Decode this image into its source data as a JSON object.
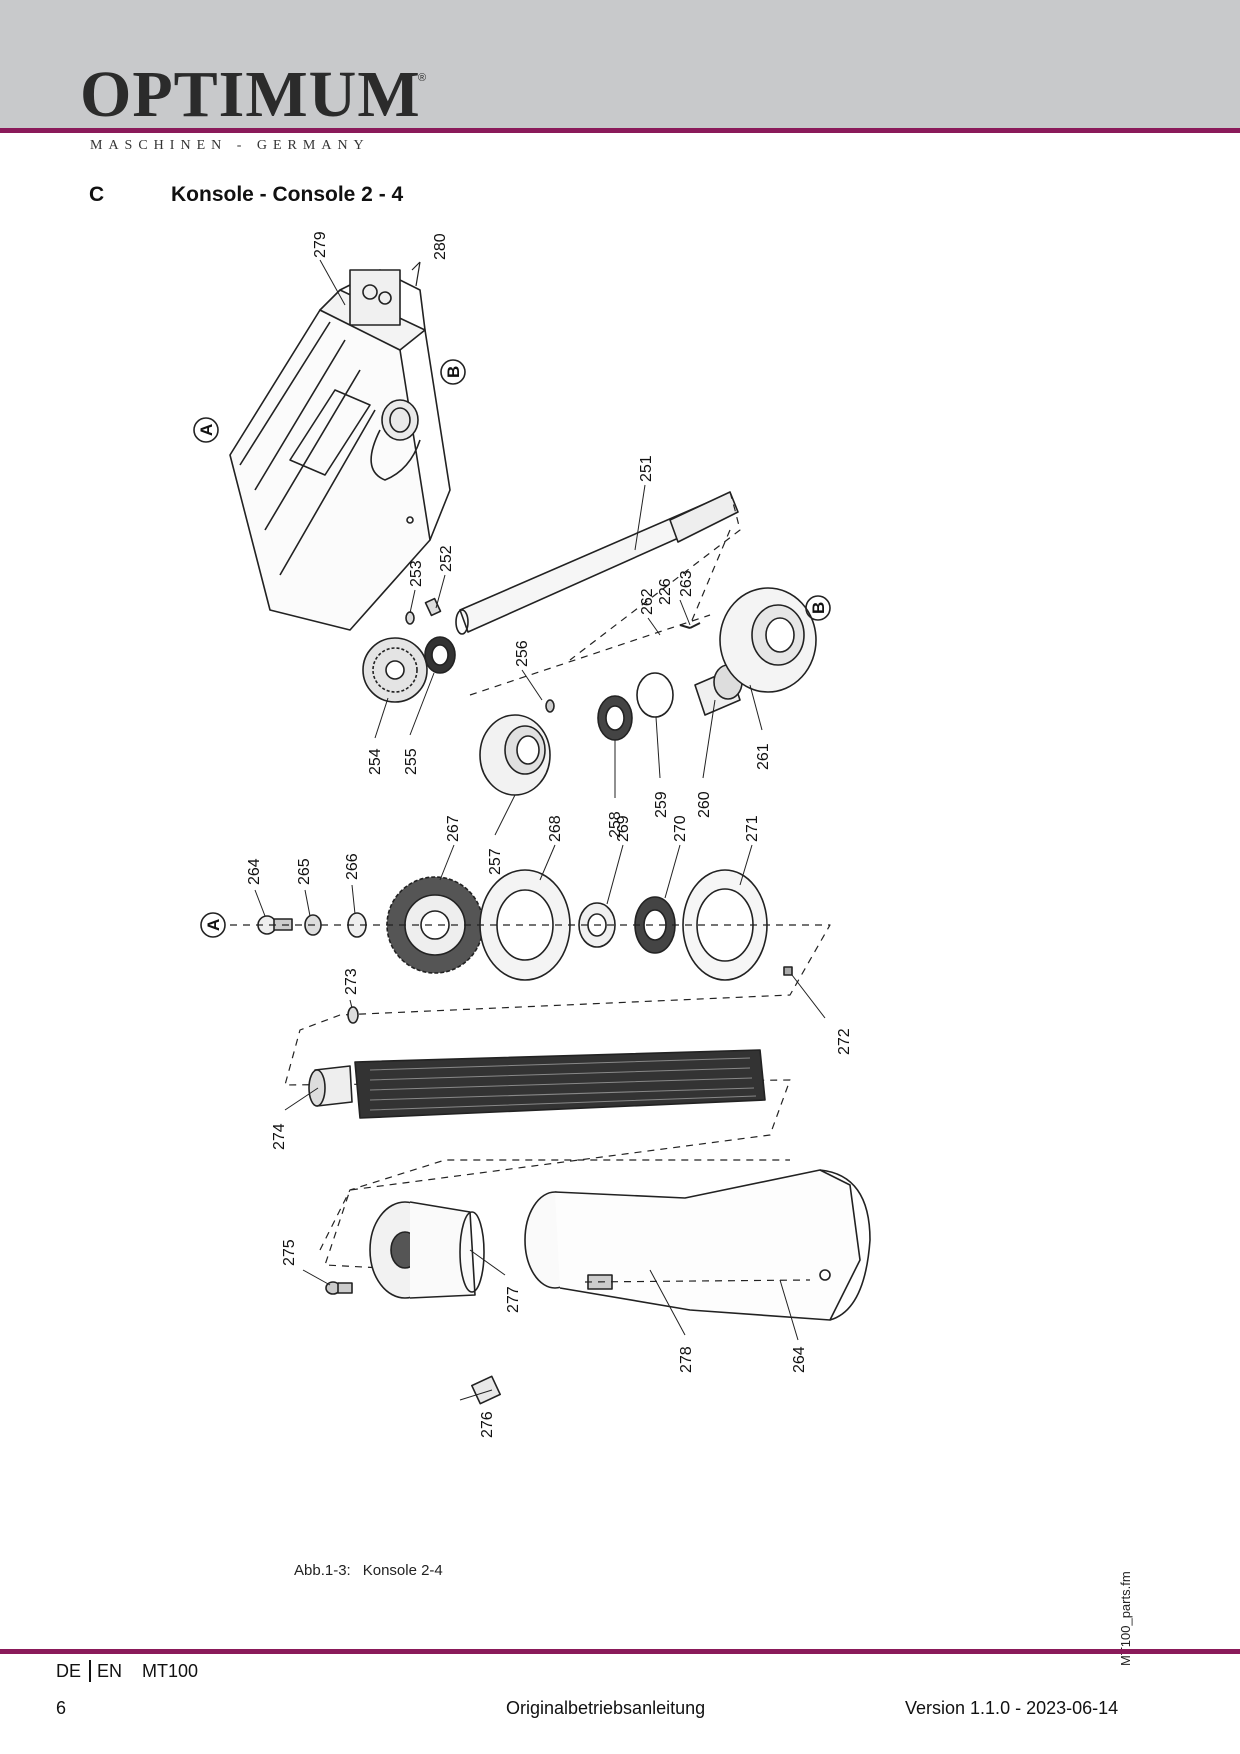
{
  "header": {
    "brand": "OPTIMUM",
    "registered": "®",
    "tagline": "MASCHINEN - GERMANY"
  },
  "section": {
    "letter": "C",
    "title": "Konsole - Console 2 - 4"
  },
  "figure": {
    "caption_ref": "Abb.1-3:",
    "caption_name": "Konsole 2-4",
    "source_file": "MT100_parts.fm",
    "reference_marks": [
      "A",
      "B"
    ],
    "part_numbers": [
      "279",
      "280",
      "251",
      "252",
      "253",
      "254",
      "255",
      "256",
      "257",
      "258",
      "259",
      "260",
      "261",
      "262",
      "226",
      "263",
      "264",
      "265",
      "266",
      "267",
      "268",
      "269",
      "270",
      "271",
      "272",
      "273",
      "274",
      "275",
      "276",
      "277",
      "278",
      "264"
    ]
  },
  "footer": {
    "lang_de": "DE",
    "lang_en": "EN",
    "model": "MT100",
    "page": "6",
    "doc_type": "Originalbetriebsanleitung",
    "version": "Version 1.1.0 - 2023-06-14"
  }
}
